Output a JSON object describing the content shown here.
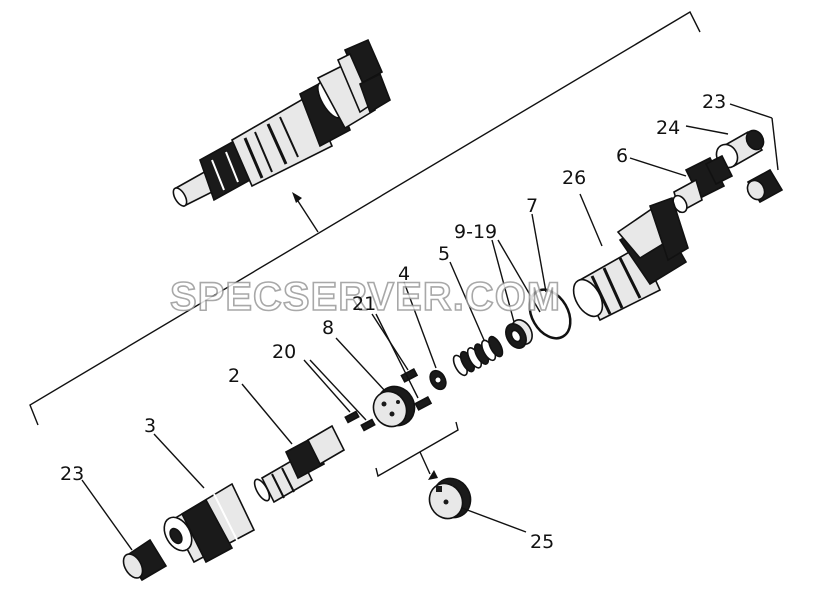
{
  "labels": {
    "l23a": "23",
    "l24": "24",
    "l6": "6",
    "l26": "26",
    "l7": "7",
    "l9_19": "9-19",
    "l5": "5",
    "l4": "4",
    "l21": "21",
    "l8": "8",
    "l20": "20",
    "l2": "2",
    "l3": "3",
    "l23b": "23",
    "l25": "25"
  },
  "watermark": "SPECSERVER.COM"
}
